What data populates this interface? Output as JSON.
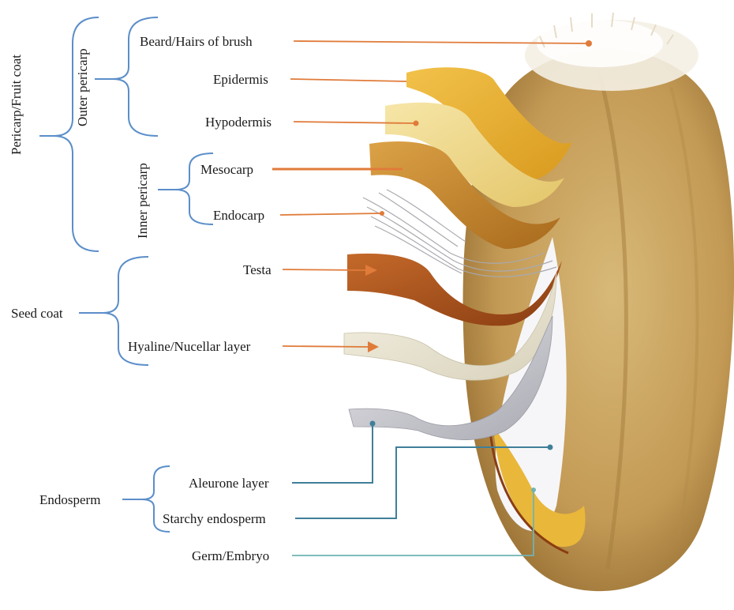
{
  "labels": {
    "beard": "Beard/Hairs of brush",
    "epidermis": "Epidermis",
    "hypodermis": "Hypodermis",
    "mesocarp": "Mesocarp",
    "endocarp": "Endocarp",
    "testa": "Testa",
    "hyaline": "Hyaline/Nucellar layer",
    "aleurone": "Aleurone layer",
    "starchy": "Starchy endosperm",
    "germ": "Germ/Embryo"
  },
  "groups": {
    "pericarp": "Pericarp/Fruit coat",
    "outer": "Outer pericarp",
    "inner": "Inner pericarp",
    "seedcoat": "Seed coat",
    "endosperm": "Endosperm"
  },
  "colors": {
    "bracket": "#5b8ec9",
    "pericarp_pointer": "#e07b3a",
    "endosperm_pointer": "#3f7f9a",
    "germ_pointer": "#6fb3b3",
    "grain": "#c9a460",
    "epidermis_layer": "#e8b43a",
    "hypodermis_layer": "#f1dc93",
    "mesocarp_layer": "#c98a2a",
    "testa_layer": "#a8521e",
    "hyaline_layer": "#eee8d6",
    "aleurone_layer": "#cfcfd4"
  }
}
